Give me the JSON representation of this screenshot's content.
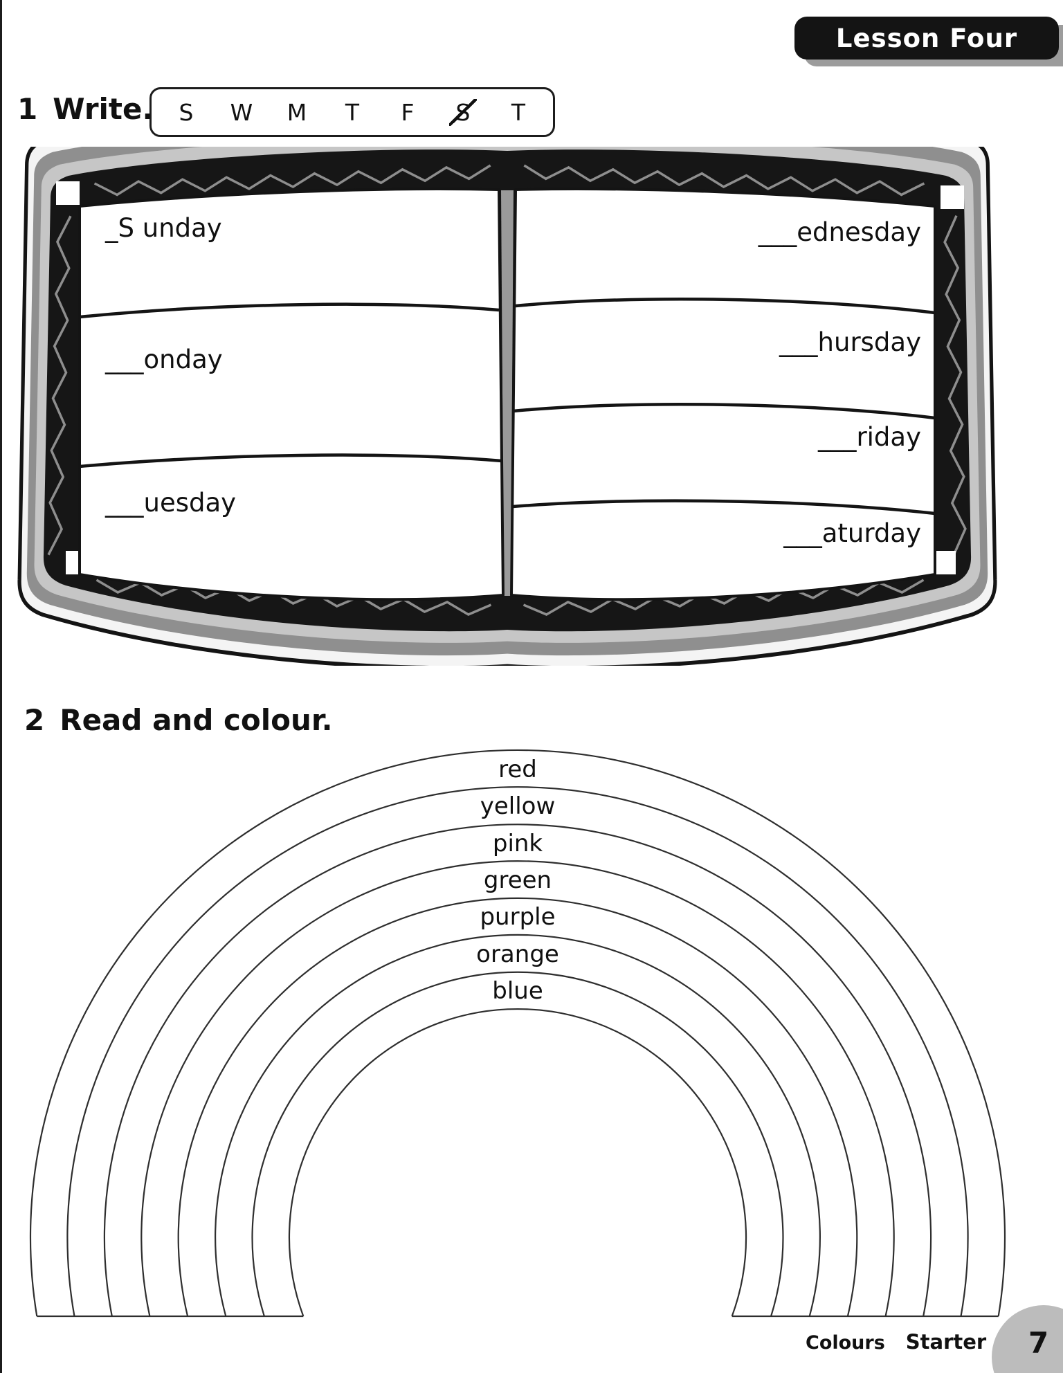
{
  "banner": {
    "label": "Lesson Four"
  },
  "exercise1": {
    "number": "1",
    "instruction": "Write.",
    "letters": [
      "S",
      "W",
      "M",
      "T",
      "F",
      "S",
      "T"
    ],
    "crossed_letter_index": 5,
    "book": {
      "left_page": [
        "_S unday",
        "___onday",
        "___uesday"
      ],
      "right_page": [
        "___ednesday",
        "___hursday",
        "___riday",
        "___aturday"
      ]
    }
  },
  "exercise2": {
    "number": "2",
    "instruction": "Read and colour.",
    "rainbow": {
      "labels": [
        "red",
        "yellow",
        "pink",
        "green",
        "purple",
        "orange",
        "blue"
      ]
    }
  },
  "footer": {
    "course": "Colours",
    "level": "Starter",
    "page_number": "7"
  }
}
